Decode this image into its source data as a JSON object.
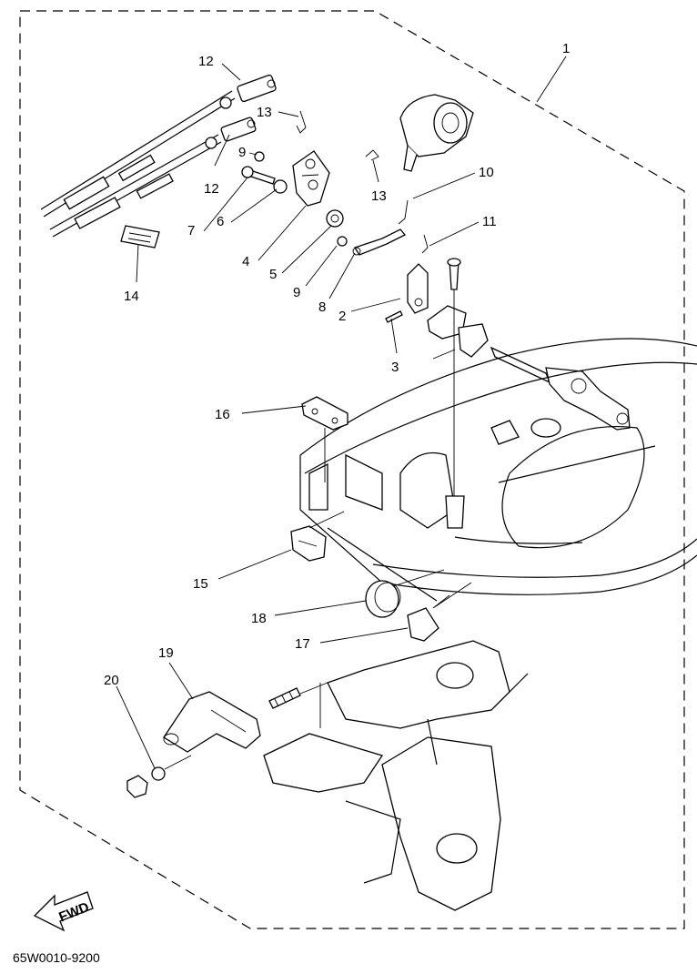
{
  "diagram": {
    "callouts": [
      "1",
      "2",
      "3",
      "4",
      "5",
      "6",
      "7",
      "8",
      "9",
      "9",
      "10",
      "11",
      "12",
      "12",
      "13",
      "13",
      "14",
      "15",
      "16",
      "17",
      "18",
      "19",
      "20"
    ],
    "fwd_label": "FWD",
    "drawing_code": "65W0010-9200"
  }
}
